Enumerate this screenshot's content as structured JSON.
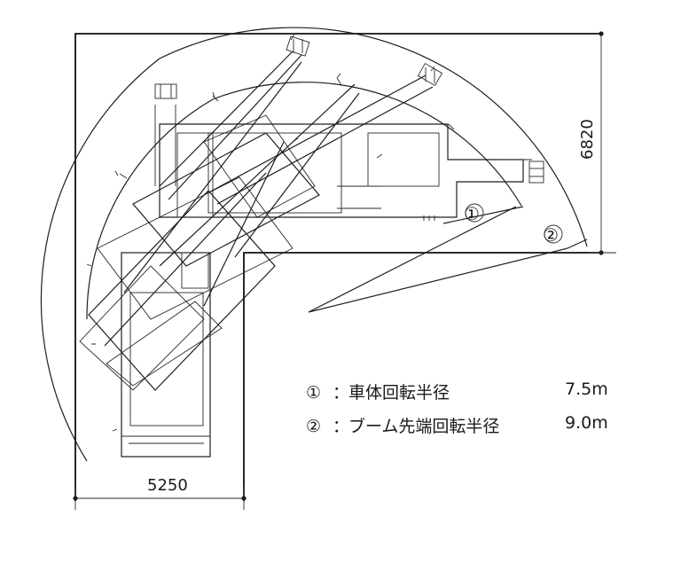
{
  "dimensions": {
    "width_label": "5250",
    "height_label": "6820"
  },
  "markers": {
    "radius1": "①",
    "radius2": "②"
  },
  "legend": [
    {
      "no": "①",
      "sep": "：",
      "label": "車体回転半径",
      "value": "7.5m"
    },
    {
      "no": "②",
      "sep": "：",
      "label": "ブーム先端回転半径",
      "value": "9.0m"
    }
  ]
}
